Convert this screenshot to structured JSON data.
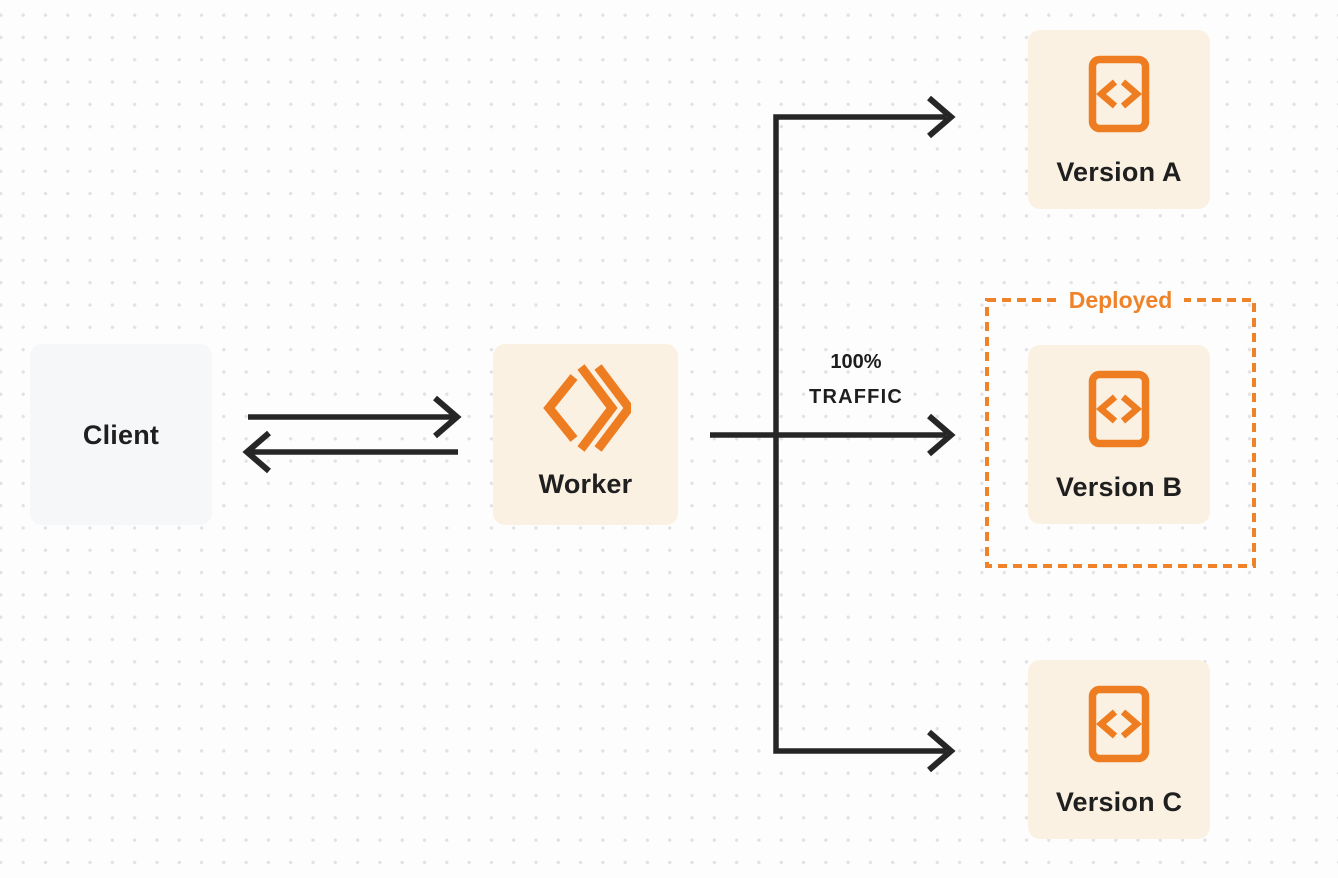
{
  "client": {
    "label": "Client"
  },
  "worker": {
    "label": "Worker",
    "icon": "cloudflare-workers-icon"
  },
  "traffic_label": {
    "line1": "100%",
    "line2": "TRAFFIC"
  },
  "deployed_box": {
    "label": "Deployed"
  },
  "versions": [
    {
      "label": "Version A",
      "icon": "code-file-icon"
    },
    {
      "label": "Version B",
      "icon": "code-file-icon",
      "inside_deployed_box": true
    },
    {
      "label": "Version C",
      "icon": "code-file-icon"
    }
  ],
  "colors": {
    "orange_accent": "#EE7D22",
    "deployed_orange": "#EF8329",
    "arrow_dark": "#262626",
    "version_box_bg": "#FBF1E2",
    "client_box_bg": "#F6F7F8",
    "page_bg": "#FDFDFE",
    "dot_grid": "#E2E2E6"
  }
}
